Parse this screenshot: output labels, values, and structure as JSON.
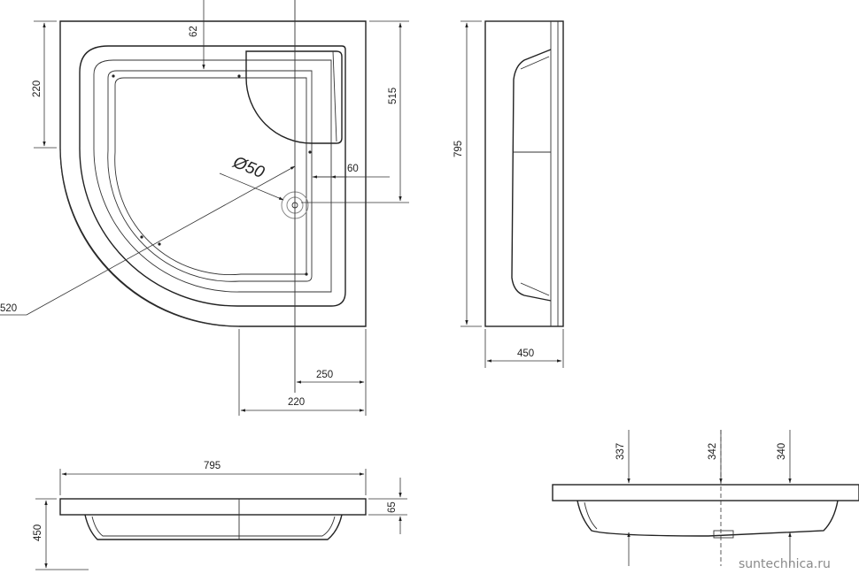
{
  "drawing": {
    "top_view": {
      "dims": {
        "d62": "62",
        "d220_left": "220",
        "d515": "515",
        "d60": "60",
        "drain": "Ø50",
        "d520": "520",
        "d250": "250",
        "d220_bottom": "220"
      }
    },
    "side_view": {
      "dims": {
        "d795": "795",
        "d450": "450"
      }
    },
    "front_view": {
      "dims": {
        "d795": "795",
        "d450": "450",
        "d65": "65"
      }
    },
    "section_view": {
      "dims": {
        "d337": "337",
        "d342": "342",
        "d340": "340"
      }
    },
    "watermark": "suntechnica.ru"
  }
}
